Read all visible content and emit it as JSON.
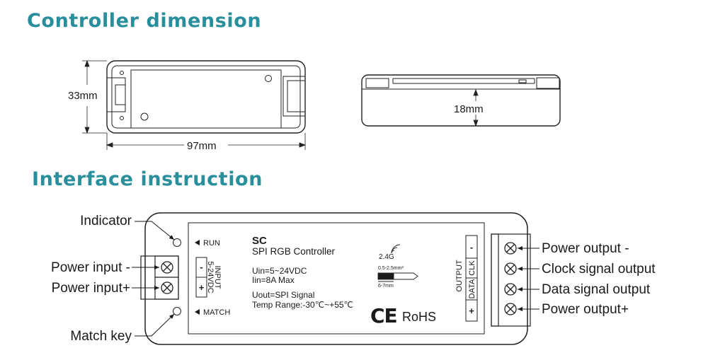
{
  "headings": {
    "dimension": "Controller dimension",
    "interface": "Interface instruction"
  },
  "dimensions": {
    "height": "33mm",
    "width": "97mm",
    "thickness": "18mm"
  },
  "callouts": {
    "indicator": "Indicator",
    "power_input_neg": "Power input -",
    "power_input_pos": "Power input+",
    "match_key": "Match key",
    "power_output_neg": "Power output -",
    "clock_output": "Clock signal output",
    "data_output": "Data signal output",
    "power_output_pos": "Power output+"
  },
  "device": {
    "run_label": "RUN",
    "match_label": "MATCH",
    "input_label": "INPUT",
    "input_voltage": "5-24VDC",
    "minus": "-",
    "plus": "+",
    "model": "SC",
    "name": "SPI RGB Controller",
    "uin": "Uin=5~24VDC",
    "iin": "Iin=8A Max",
    "uout": "Uout=SPI Signal",
    "temp": "Temp Range:-30℃~+55℃",
    "wireless": "2.4G",
    "wire_gauge": "0.5-2.5mm²",
    "strip_length": "6-7mm",
    "ce": "CE",
    "rohs": "RoHS",
    "output_label": "OUTPUT",
    "clk": "CLK",
    "data": "DATA"
  }
}
